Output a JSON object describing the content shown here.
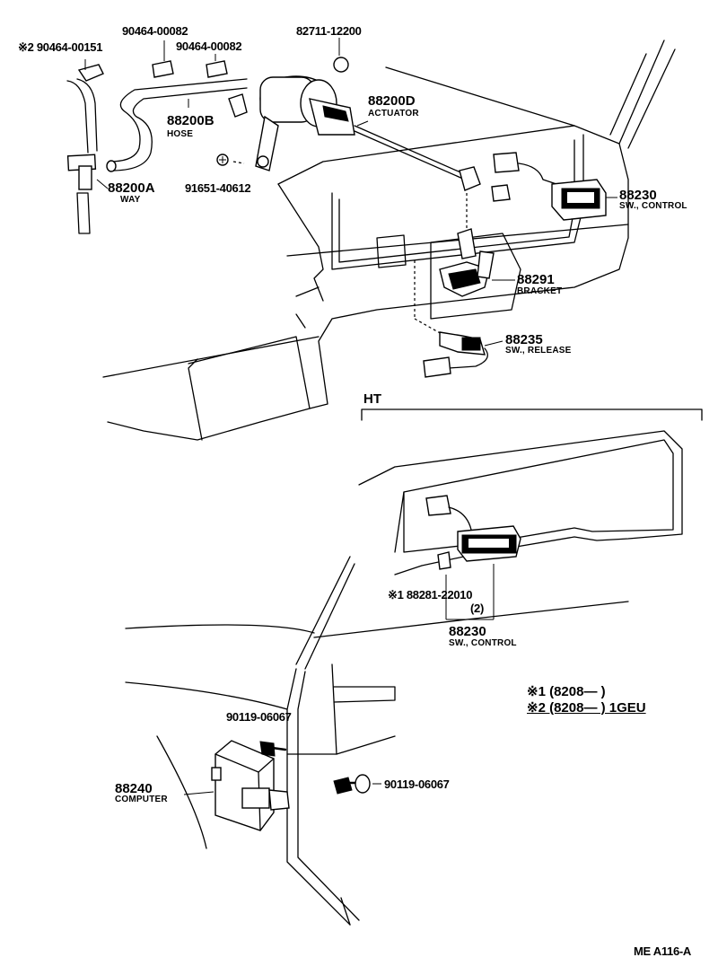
{
  "parts": {
    "p1": {
      "number": "※2 90464-00151"
    },
    "p2": {
      "number": "90464-00082"
    },
    "p3": {
      "number": "90464-00082"
    },
    "p4": {
      "number": "82711-12200"
    },
    "p5": {
      "number": "88200D",
      "name": "ACTUATOR"
    },
    "p6": {
      "number": "88200B",
      "name": "HOSE"
    },
    "p7": {
      "number": "88200A",
      "name": "WAY"
    },
    "p8": {
      "number": "91651-40612"
    },
    "p9": {
      "number": "88230",
      "name": "SW., CONTROL"
    },
    "p10": {
      "number": "88291",
      "name": "BRACKET"
    },
    "p11": {
      "number": "88235",
      "name": "SW., RELEASE"
    },
    "p12": {
      "number": "※1 88281-22010"
    },
    "p12q": {
      "number": "(2)"
    },
    "p13": {
      "number": "88230",
      "name": "SW., CONTROL"
    },
    "p14": {
      "number": "90119-06067"
    },
    "p15": {
      "number": "88240",
      "name": "COMPUTER"
    },
    "p16": {
      "number": "90119-06067"
    }
  },
  "variant_label": "HT",
  "notes": {
    "n1": "※1 (8208—         )",
    "n2": "※2 (8208—         ) 1GEU"
  },
  "figure_code": "ME  A116-A"
}
